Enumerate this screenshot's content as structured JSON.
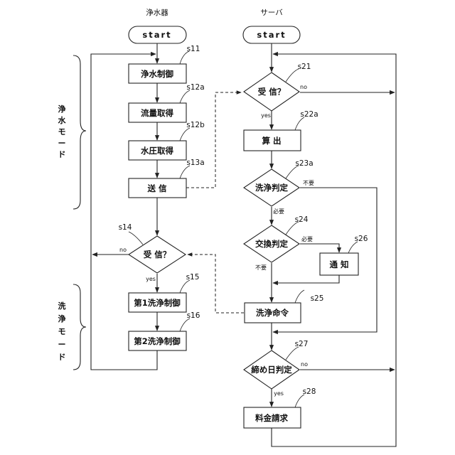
{
  "headers": {
    "purifier": "浄水器",
    "server": "サーバ"
  },
  "side_labels": {
    "purify_mode": [
      "浄",
      "水",
      "モ",
      "ー",
      "ド"
    ],
    "wash_mode": [
      "洗",
      "浄",
      "モ",
      "ー",
      "ド"
    ]
  },
  "purifier_nodes": {
    "start": {
      "label": "start"
    },
    "s11": {
      "step": "s11",
      "label": "浄水制御"
    },
    "s12a": {
      "step": "s12a",
      "label": "流量取得"
    },
    "s12b": {
      "step": "s12b",
      "label": "水圧取得"
    },
    "s13a": {
      "step": "s13a",
      "label": "送 信"
    },
    "s14": {
      "step": "s14",
      "label": "受 信？",
      "yes": "yes",
      "no": "no"
    },
    "s15": {
      "step": "s15",
      "label": "第1洗浄制御"
    },
    "s16": {
      "step": "s16",
      "label": "第2洗浄制御"
    }
  },
  "server_nodes": {
    "start": {
      "label": "start"
    },
    "s21": {
      "step": "s21",
      "label": "受 信？",
      "yes": "yes",
      "no": "no"
    },
    "s22a": {
      "step": "s22a",
      "label": "算 出"
    },
    "s23a": {
      "step": "s23a",
      "label": "洗浄判定",
      "required": "必要",
      "not_required": "不要"
    },
    "s24": {
      "step": "s24",
      "label": "交換判定",
      "required": "必要",
      "not_required": "不要"
    },
    "s26": {
      "step": "s26",
      "label": "通 知"
    },
    "s25": {
      "step": "s25",
      "label": "洗浄命令"
    },
    "s27": {
      "step": "s27",
      "label": "締め日判定",
      "yes": "yes",
      "no": "no"
    },
    "s28": {
      "step": "s28",
      "label": "料金請求"
    }
  }
}
